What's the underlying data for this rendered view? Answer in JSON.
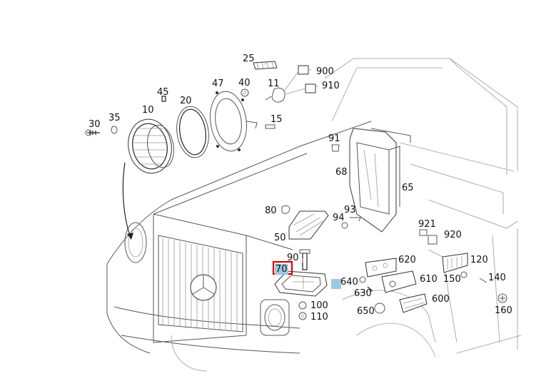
{
  "diagram": {
    "highlight_color": "#e00000",
    "marker_color": "#9cc8e0",
    "parts": [
      {
        "id": "25",
        "label": "25"
      },
      {
        "id": "900",
        "label": "900"
      },
      {
        "id": "910",
        "label": "910"
      },
      {
        "id": "11",
        "label": "11"
      },
      {
        "id": "40",
        "label": "40"
      },
      {
        "id": "47",
        "label": "47"
      },
      {
        "id": "45",
        "label": "45"
      },
      {
        "id": "20",
        "label": "20"
      },
      {
        "id": "15",
        "label": "15"
      },
      {
        "id": "10",
        "label": "10"
      },
      {
        "id": "35",
        "label": "35"
      },
      {
        "id": "30",
        "label": "30"
      },
      {
        "id": "91",
        "label": "91"
      },
      {
        "id": "68",
        "label": "68"
      },
      {
        "id": "65",
        "label": "65"
      },
      {
        "id": "80",
        "label": "80"
      },
      {
        "id": "93",
        "label": "93"
      },
      {
        "id": "94",
        "label": "94"
      },
      {
        "id": "50",
        "label": "50"
      },
      {
        "id": "921",
        "label": "921"
      },
      {
        "id": "920",
        "label": "920"
      },
      {
        "id": "90",
        "label": "90"
      },
      {
        "id": "620",
        "label": "620"
      },
      {
        "id": "120",
        "label": "120"
      },
      {
        "id": "70",
        "label": "70"
      },
      {
        "id": "640",
        "label": "640"
      },
      {
        "id": "610",
        "label": "610"
      },
      {
        "id": "150",
        "label": "150"
      },
      {
        "id": "140",
        "label": "140"
      },
      {
        "id": "630",
        "label": "630"
      },
      {
        "id": "600",
        "label": "600"
      },
      {
        "id": "100",
        "label": "100"
      },
      {
        "id": "650",
        "label": "650"
      },
      {
        "id": "110",
        "label": "110"
      },
      {
        "id": "160",
        "label": "160"
      }
    ]
  }
}
